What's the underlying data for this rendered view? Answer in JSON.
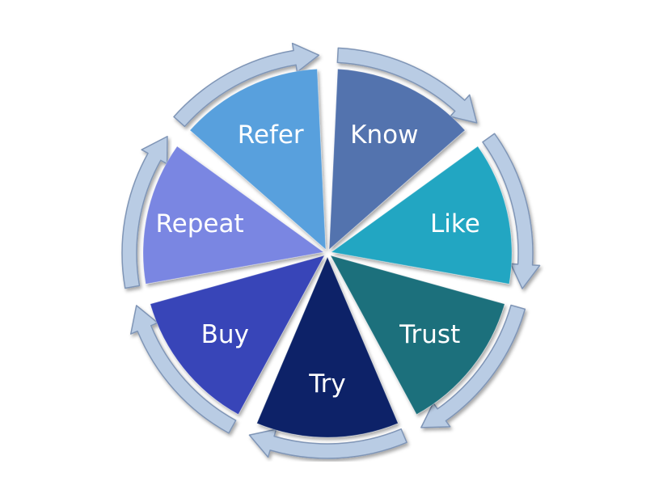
{
  "cycle": {
    "segments": [
      {
        "label": "Know",
        "color": "#5373AE"
      },
      {
        "label": "Like",
        "color": "#23A6C2"
      },
      {
        "label": "Trust",
        "color": "#1C6F7C"
      },
      {
        "label": "Try",
        "color": "#0B2467"
      },
      {
        "label": "Buy",
        "color": "#3744B8"
      },
      {
        "label": "Repeat",
        "color": "#7A86E2"
      },
      {
        "label": "Refer",
        "color": "#58A0DD"
      }
    ],
    "arrow_ring_color": "#B9CCE4",
    "arrow_outline_color": "#7F95B6"
  }
}
